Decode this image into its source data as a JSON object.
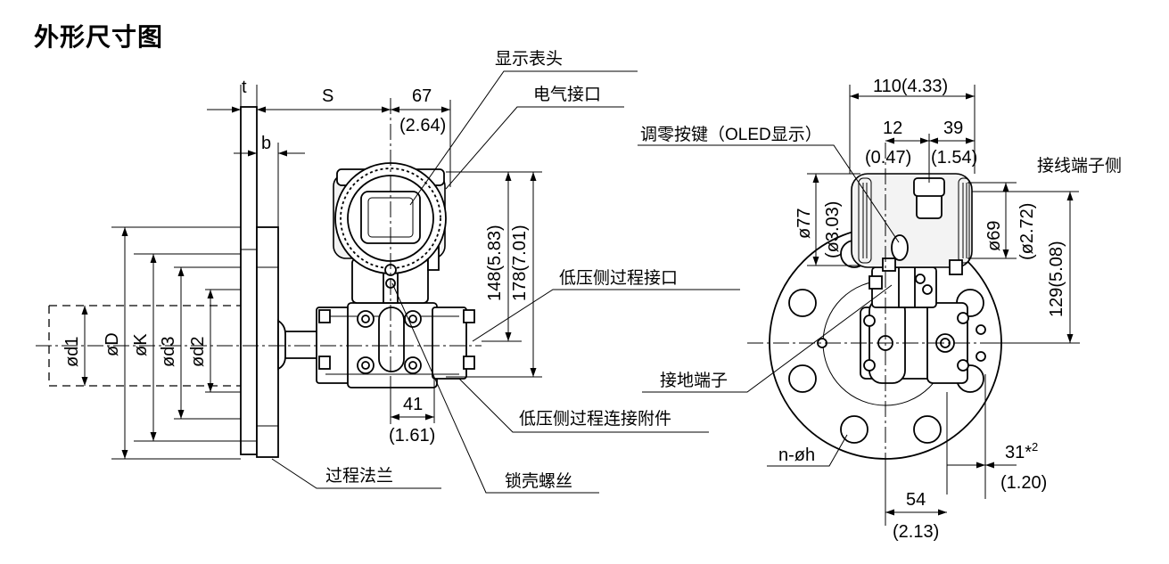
{
  "title": "外形尺寸图",
  "labels": {
    "display_head": "显示表头",
    "electrical_connection": "电气接口",
    "low_pressure_process_connection": "低压侧过程接口",
    "low_pressure_process_fitting": "低压侧过程连接附件",
    "process_flange": "过程法兰",
    "cover_lock_screw": "锁壳螺丝",
    "zero_button": "调零按键（OLED显示）",
    "terminal_side": "接线端子侧",
    "ground_terminal": "接地端子",
    "bolt_holes": "n-øh"
  },
  "dimensions": {
    "t": "t",
    "b": "b",
    "s": "S",
    "d67": "67",
    "d67_in": "(2.64)",
    "d148_178": "148(5.83)",
    "d178": "178(7.01)",
    "d41": "41",
    "d41_in": "(1.61)",
    "od1": "ød1",
    "oD": "øD",
    "oK": "øK",
    "od3": "ød3",
    "od2": "ød2",
    "d110": "110(4.33)",
    "d12": "12",
    "d12_in": "(0.47)",
    "d39": "39",
    "d39_in": "(1.54)",
    "d77": "ø77",
    "d77_in": "(ø3.03)",
    "d69": "ø69",
    "d69_in": "(ø2.72)",
    "d129": "129(5.08)",
    "d31": "31*",
    "d31_sup": "2",
    "d31_in": "(1.20)",
    "d54": "54",
    "d54_in": "(2.13)"
  }
}
